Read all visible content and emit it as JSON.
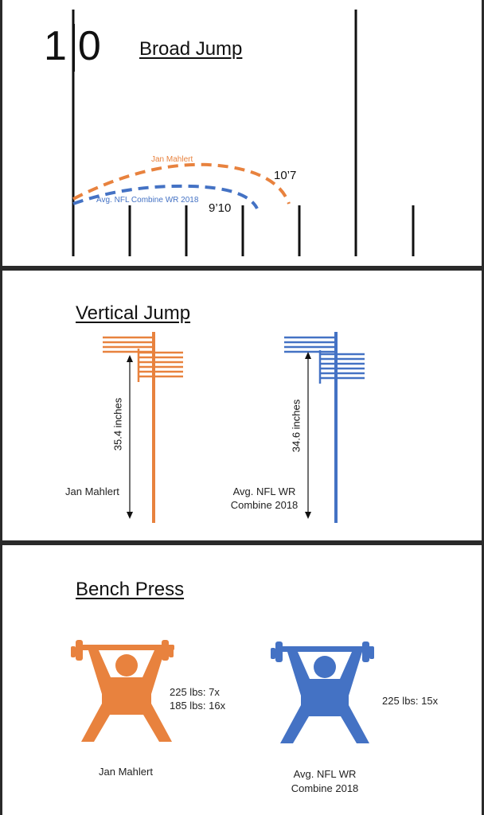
{
  "colors": {
    "athlete": "#E8823E",
    "nfl_avg": "#4472C4",
    "ink": "#111111"
  },
  "broad_jump": {
    "title": "Broad Jump",
    "yard_marker": "10",
    "athlete_label": "Jan Mahlert",
    "athlete_distance": "10’7",
    "nfl_label": "Avg. NFL Combine WR 2018",
    "nfl_distance": "9’10"
  },
  "vertical_jump": {
    "title": "Vertical Jump",
    "athlete": {
      "name": "Jan Mahlert",
      "measure": "35.4 inches"
    },
    "nfl": {
      "name_line1": "Avg. NFL WR",
      "name_line2": "Combine 2018",
      "measure": "34.6 inches"
    }
  },
  "bench_press": {
    "title": "Bench Press",
    "athlete": {
      "name": "Jan Mahlert",
      "line1": "225 lbs: 7x",
      "line2": "185 lbs: 16x",
      "icon": "weightlifter-icon"
    },
    "nfl": {
      "name_line1": "Avg. NFL WR",
      "name_line2": "Combine 2018",
      "line1": "225 lbs: 15x",
      "icon": "weightlifter-icon"
    }
  }
}
